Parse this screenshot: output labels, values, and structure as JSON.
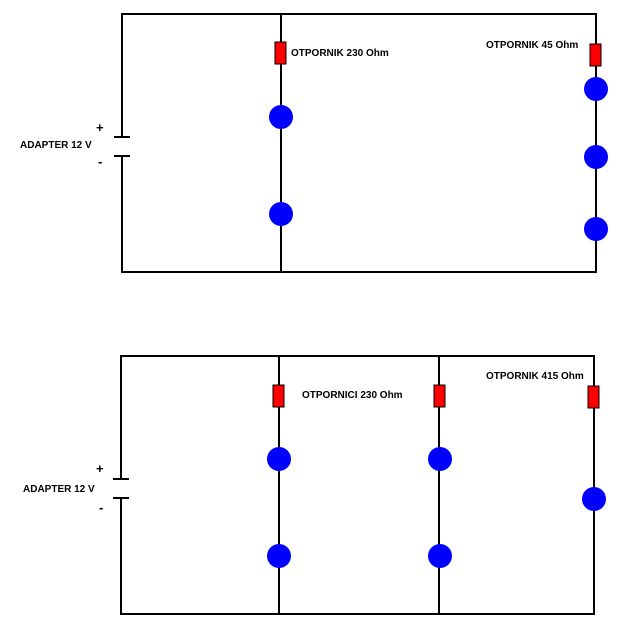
{
  "colors": {
    "wire": "#000000",
    "resistor_fill": "#ff0000",
    "resistor_stroke": "#000000",
    "bulb": "#0000ff"
  },
  "circuit1": {
    "adapter_label": "ADAPTER 12 V",
    "plus_sign": "+",
    "minus_sign": "-",
    "resistor_label_left": "OTPORNIK 230 Ohm",
    "resistor_label_right": "OTPORNIK 45 Ohm"
  },
  "circuit2": {
    "adapter_label": "ADAPTER 12 V",
    "plus_sign": "+",
    "minus_sign": "-",
    "resistors_label_middle": "OTPORNICI 230 Ohm",
    "resistor_label_right": "OTPORNIK 415 Ohm"
  }
}
